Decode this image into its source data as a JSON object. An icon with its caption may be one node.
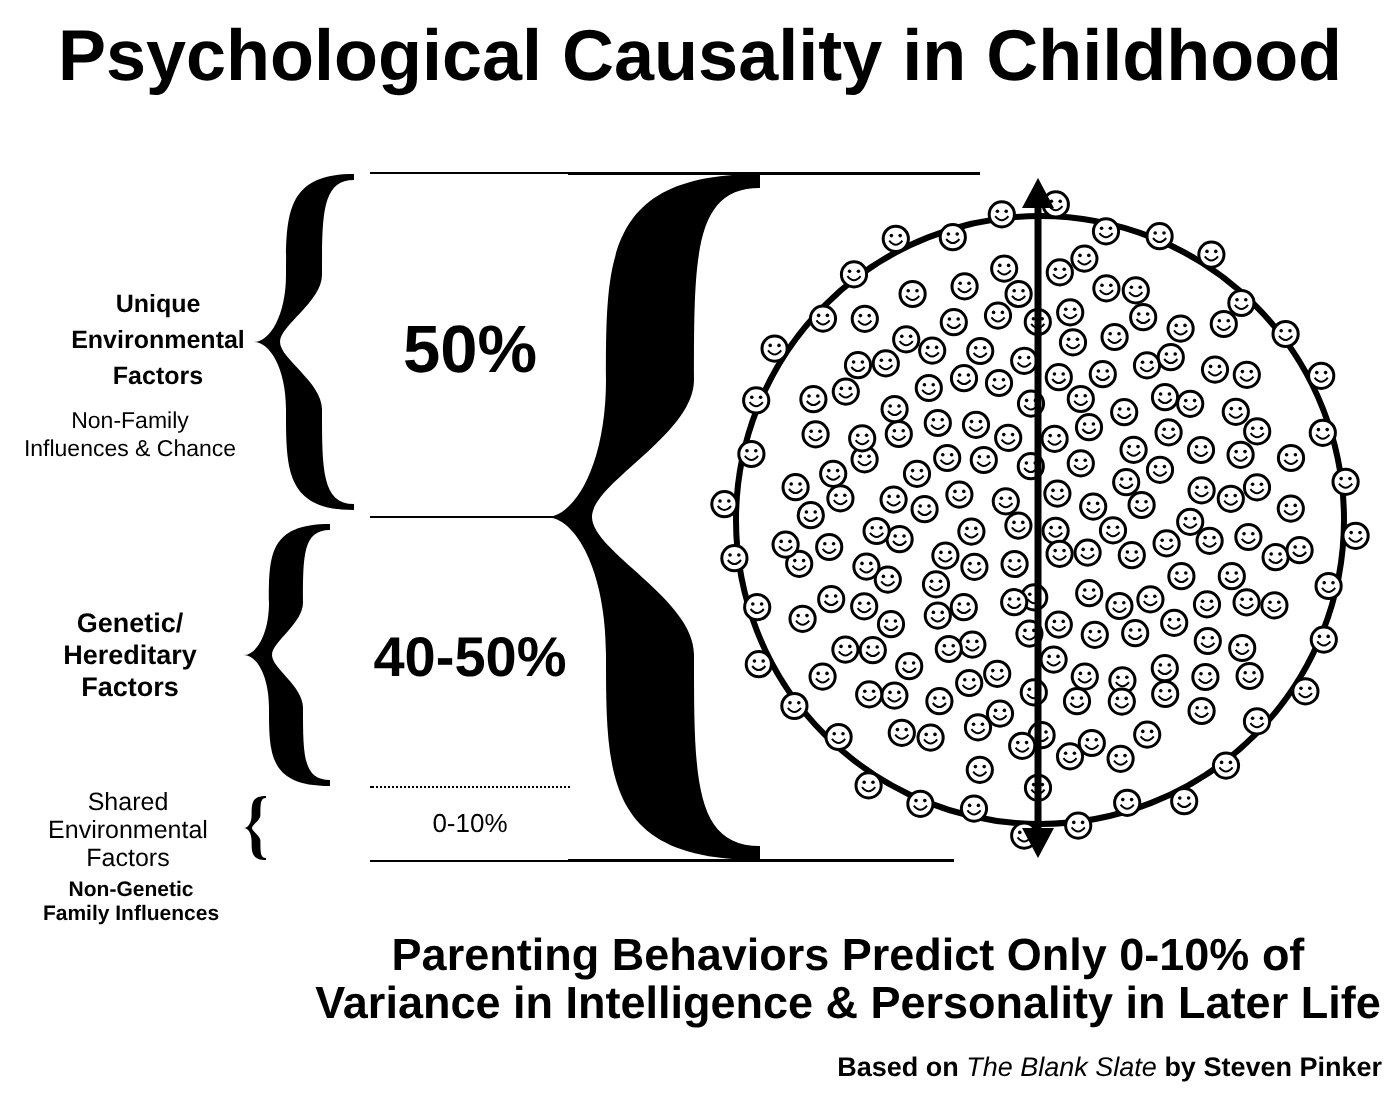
{
  "diagram": {
    "title": "Psychological Causality in Childhood",
    "nodes": [
      {
        "text": [],
        "shape": "brace",
        "beside": [
          "Unique Environmental Factors",
          "Non-Family Influences & Chance"
        ]
      },
      {
        "text": [
          "50%"
        ]
      },
      {
        "text": [],
        "shape": "brace"
      },
      {
        "text": [],
        "shape": "brace",
        "beside": [
          "Genetic/ Hereditary Factors"
        ]
      },
      {
        "text": [
          "40-50%"
        ]
      },
      {
        "text": [],
        "shape": "brace",
        "beside": [
          "Shared Environmental Factors",
          "Non-Genetic Family Influences"
        ]
      },
      {
        "text": [
          "0-10%"
        ]
      }
    ],
    "caption": "Parenting Behaviors Predict Only 0-10% of Variance in Intelligence & Personality in Later Life",
    "labels": [
      "Based on *The Blank Slate* by Steven Pinker"
    ]
  }
}
